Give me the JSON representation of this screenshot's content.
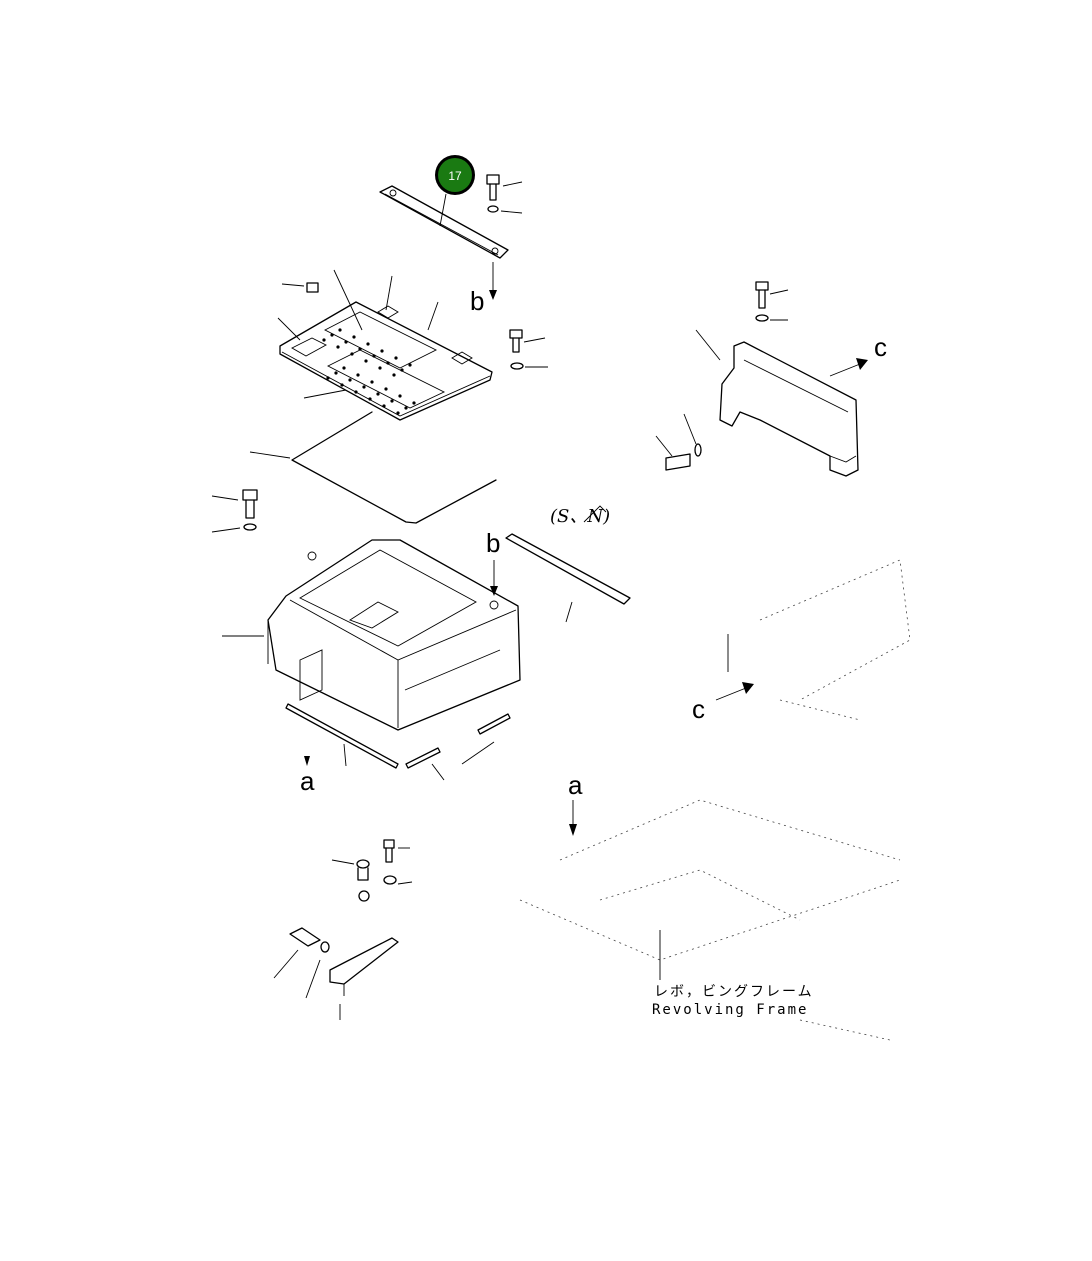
{
  "callouts": [
    {
      "number": "17",
      "color": "#1a7a12",
      "ring": "#000000"
    }
  ],
  "view_labels": {
    "b_top": "b",
    "b_mid": "b",
    "c_top": "c",
    "c_bottom": "c",
    "a_left": "a",
    "a_right": "a"
  },
  "annotation": "(S、N)",
  "frame_caption": {
    "japanese": "レボ，ビングフレーム",
    "english": "Revolving Frame"
  }
}
